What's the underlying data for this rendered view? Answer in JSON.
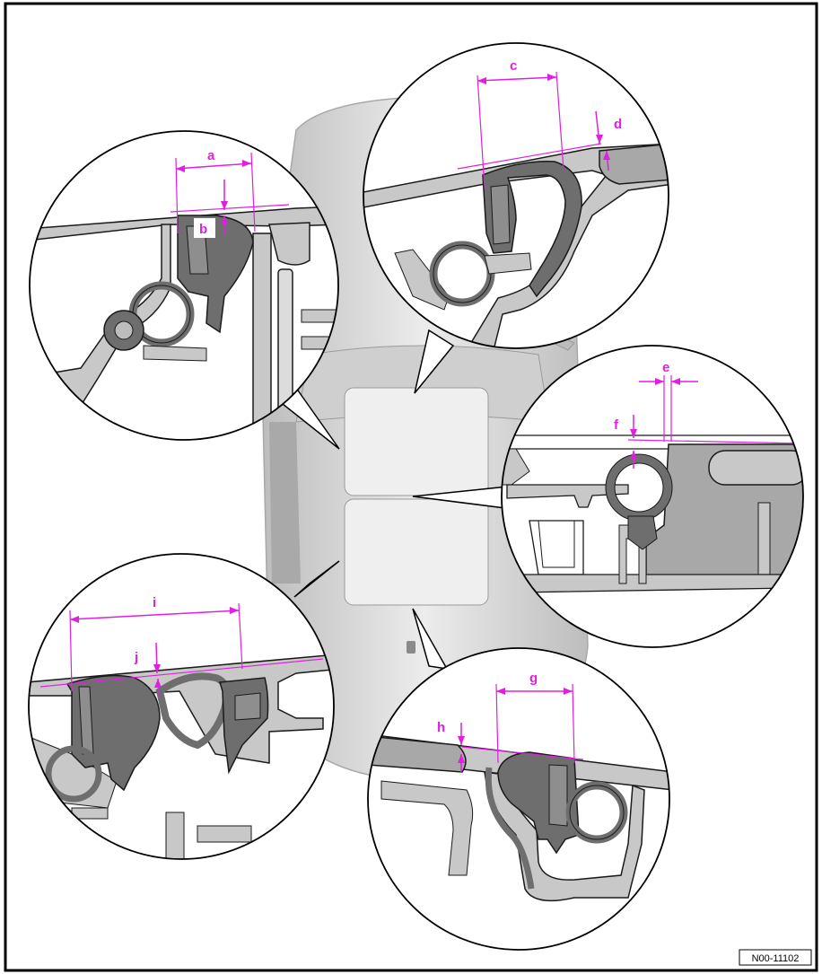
{
  "figure": {
    "reference_code": "N00-11102",
    "colors": {
      "dimension": "#e020e0",
      "seal": "#6e6e6e",
      "panel": "#c8c8c8",
      "outline": "#1a1a1a",
      "car_body": "#d9d9d9",
      "frame": "#000000"
    }
  },
  "details": [
    {
      "id": "top-left",
      "labels": [
        "a",
        "b"
      ]
    },
    {
      "id": "top-right",
      "labels": [
        "c",
        "d"
      ]
    },
    {
      "id": "middle-right",
      "labels": [
        "e",
        "f"
      ]
    },
    {
      "id": "bottom-left",
      "labels": [
        "i",
        "j"
      ]
    },
    {
      "id": "bottom-right",
      "labels": [
        "g",
        "h"
      ]
    }
  ]
}
